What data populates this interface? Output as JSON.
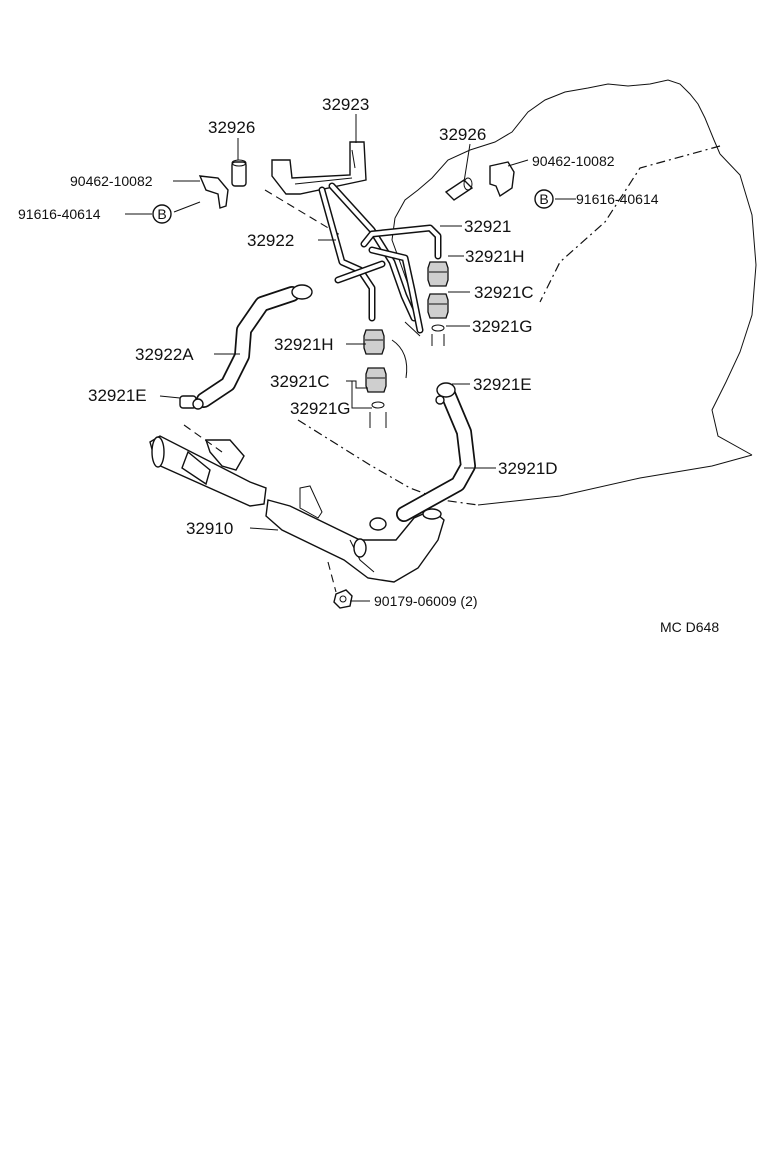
{
  "diagram": {
    "code": "MC  D648",
    "parts": {
      "p32923": "32923",
      "p32926_left": "32926",
      "p32926_right": "32926",
      "p90462_left": "90462-10082",
      "p90462_right": "90462-10082",
      "p91616_left": "91616-40614",
      "p91616_right": "91616-40614",
      "p32922": "32922",
      "p32921": "32921",
      "p32921H_right": "32921H",
      "p32921C_right": "32921C",
      "p32921G_right": "32921G",
      "p32922A": "32922A",
      "p32921H_center": "32921H",
      "p32921C_center": "32921C",
      "p32921G_center": "32921G",
      "p32921E_left": "32921E",
      "p32921E_right": "32921E",
      "p32921D": "32921D",
      "p32910": "32910",
      "p90179": "90179-06009 (2)"
    },
    "marker_letter": "B"
  }
}
